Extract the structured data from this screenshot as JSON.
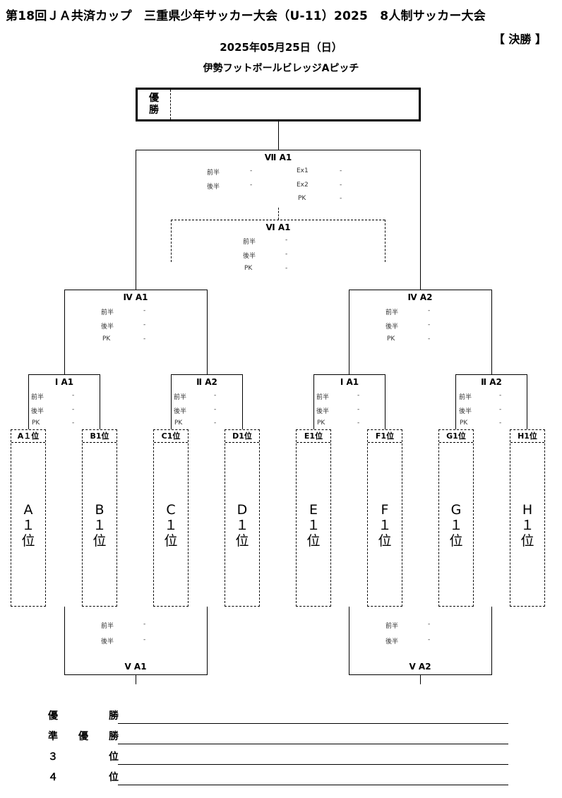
{
  "header": {
    "title": "第18回ＪＡ共済カップ　三重県少年サッカー大会（U-11）2025　8人制サッカー大会",
    "stage": "【 決勝 】",
    "date": "2025年05月25日（日）",
    "venue": "伊勢フットボールビレッジAピッチ"
  },
  "champion_box": {
    "label_top": "優",
    "label_bottom": "勝",
    "value": ""
  },
  "matches": {
    "final": {
      "label": "Ⅶ  A1",
      "first_half": "前半",
      "second_half": "後半",
      "ex1": "Ex1",
      "ex2": "Ex2",
      "pk": "PK",
      "sep": "-"
    },
    "third_place": {
      "label": "Ⅵ A1",
      "first_half": "前半",
      "second_half": "後半",
      "pk": "PK",
      "sep": "-"
    },
    "semi_left": {
      "label": "Ⅳ A1",
      "first_half": "前半",
      "second_half": "後半",
      "pk": "PK",
      "sep": "-"
    },
    "semi_right": {
      "label": "Ⅳ A2",
      "first_half": "前半",
      "second_half": "後半",
      "pk": "PK",
      "sep": "-"
    },
    "qf_1": {
      "label": "Ⅰ A1",
      "first_half": "前半",
      "second_half": "後半",
      "pk": "PK",
      "sep": "-"
    },
    "qf_2": {
      "label": "Ⅱ A2",
      "first_half": "前半",
      "second_half": "後半",
      "pk": "PK",
      "sep": "-"
    },
    "qf_3": {
      "label": "Ⅰ A1",
      "first_half": "前半",
      "second_half": "後半",
      "pk": "PK",
      "sep": "-"
    },
    "qf_4": {
      "label": "Ⅱ A2",
      "first_half": "前半",
      "second_half": "後半",
      "pk": "PK",
      "sep": "-"
    },
    "playoff_left": {
      "label": "Ⅴ A1",
      "first_half": "前半",
      "second_half": "後半",
      "sep": "-"
    },
    "playoff_right": {
      "label": "Ⅴ A2",
      "first_half": "前半",
      "second_half": "後半",
      "sep": "-"
    }
  },
  "teams": [
    {
      "header": "A１位",
      "letter": "A",
      "rank": "１",
      "suffix": "位"
    },
    {
      "header": "B1位",
      "letter": "B",
      "rank": "１",
      "suffix": "位"
    },
    {
      "header": "C1位",
      "letter": "C",
      "rank": "１",
      "suffix": "位"
    },
    {
      "header": "D1位",
      "letter": "D",
      "rank": "１",
      "suffix": "位"
    },
    {
      "header": "E1位",
      "letter": "E",
      "rank": "１",
      "suffix": "位"
    },
    {
      "header": "F1位",
      "letter": "F",
      "rank": "１",
      "suffix": "位"
    },
    {
      "header": "G1位",
      "letter": "G",
      "rank": "１",
      "suffix": "位"
    },
    {
      "header": "H1位",
      "letter": "H",
      "rank": "１",
      "suffix": "位"
    }
  ],
  "results": [
    {
      "chars": [
        "優",
        "勝"
      ],
      "value": ""
    },
    {
      "chars": [
        "準",
        "優",
        "勝"
      ],
      "value": ""
    },
    {
      "chars": [
        "３",
        "位"
      ],
      "value": ""
    },
    {
      "chars": [
        "４",
        "位"
      ],
      "value": ""
    }
  ]
}
